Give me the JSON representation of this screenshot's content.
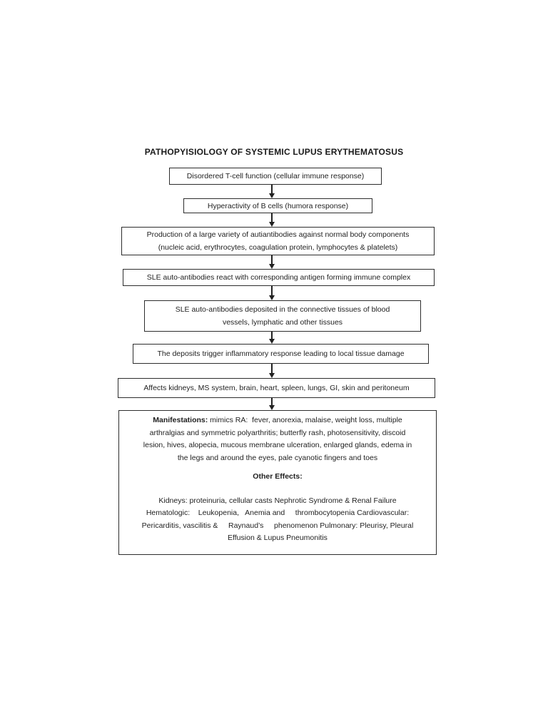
{
  "document": {
    "title": "PATHOPYISIOLOGY OF SYSTEMIC LUPUS ERYTHEMATOSUS"
  },
  "flowchart": {
    "boxes": [
      {
        "text": "Disordered T-cell function (cellular immune response)"
      },
      {
        "text": "Hyperactivity of B cells (humora response)"
      },
      {
        "line1": "Production of a large variety of autiantibodies against normal body components",
        "line2": "(nucleic acid, erythrocytes, coagulation protein, lymphocytes & platelets)"
      },
      {
        "text": "SLE auto-antibodies react with corresponding antigen forming immune complex"
      },
      {
        "line1": "SLE auto-antibodies deposited in the connective tissues of blood",
        "line2": "vessels, lymphatic and other tissues"
      },
      {
        "text": "The deposits trigger inflammatory response leading to local tissue damage"
      },
      {
        "text": "Affects kidneys, MS system, brain, heart, spleen, lungs, GI, skin and peritoneum"
      }
    ],
    "manifestations": {
      "label": "Manifestations:",
      "line1_rest": " mimics RA:  fever, anorexia, malaise, weight loss, multiple",
      "line2": "arthralgias and symmetric polyarthritis; butterfly rash, photosensitivity, discoid",
      "line3": "lesion, hives, alopecia, mucous membrane ulceration, enlarged glands, edema in",
      "line4": "the legs and around the eyes, pale cyanotic fingers and toes",
      "other_effects_label": "Other Effects:",
      "effects_line1": "Kidneys: proteinuria, cellular casts Nephrotic Syndrome & Renal Failure",
      "effects_line2": "Hematologic:    Leukopenia,   Anemia and     thrombocytopenia Cardiovascular:",
      "effects_line3": "Pericarditis, vascilitis &     Raynaud’s     phenomenon Pulmonary: Pleurisy, Pleural",
      "effects_line4": "Effusion & Lupus Pneumonitis"
    }
  },
  "colors": {
    "text": "#1f1f1f",
    "border": "#2d2d2d",
    "background": "#ffffff"
  }
}
